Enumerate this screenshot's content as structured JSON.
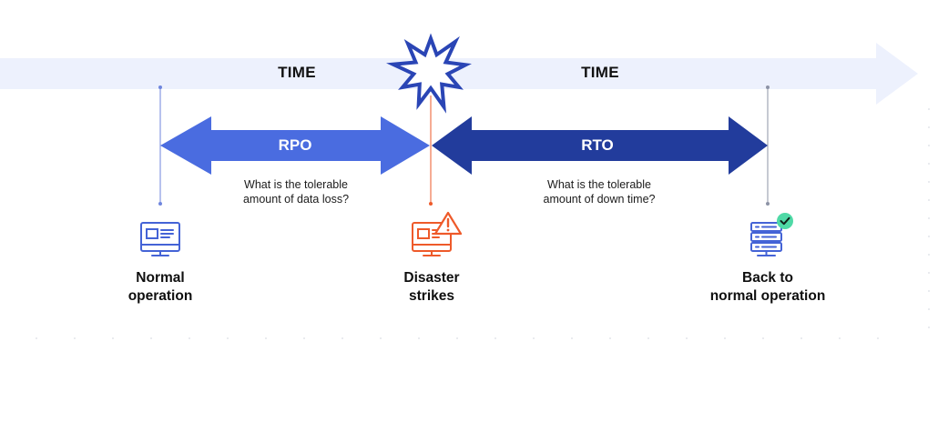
{
  "timeline": {
    "time_label_left": "TIME",
    "time_label_right": "TIME"
  },
  "rpo": {
    "label": "RPO",
    "question_line1": "What is the tolerable",
    "question_line2": "amount of data loss?"
  },
  "rto": {
    "label": "RTO",
    "question_line1": "What is the tolerable",
    "question_line2": "amount of down time?"
  },
  "milestones": {
    "normal": {
      "line1": "Normal",
      "line2": "operation",
      "icon": "monitor-icon"
    },
    "disaster": {
      "line1": "Disaster",
      "line2": "strikes",
      "icon": "monitor-alert-icon"
    },
    "recovered": {
      "line1": "Back to",
      "line2": "normal operation",
      "icon": "server-check-icon"
    }
  },
  "colors": {
    "time_band": "#EDF1FD",
    "rpo": "#4A6CE0",
    "rto": "#223C9C",
    "burst": "#2A45B5",
    "alert": "#EE5A2A",
    "check": "#4FD9A6",
    "icon_blue": "#4463D6",
    "grey_marker": "#8D93A6"
  }
}
